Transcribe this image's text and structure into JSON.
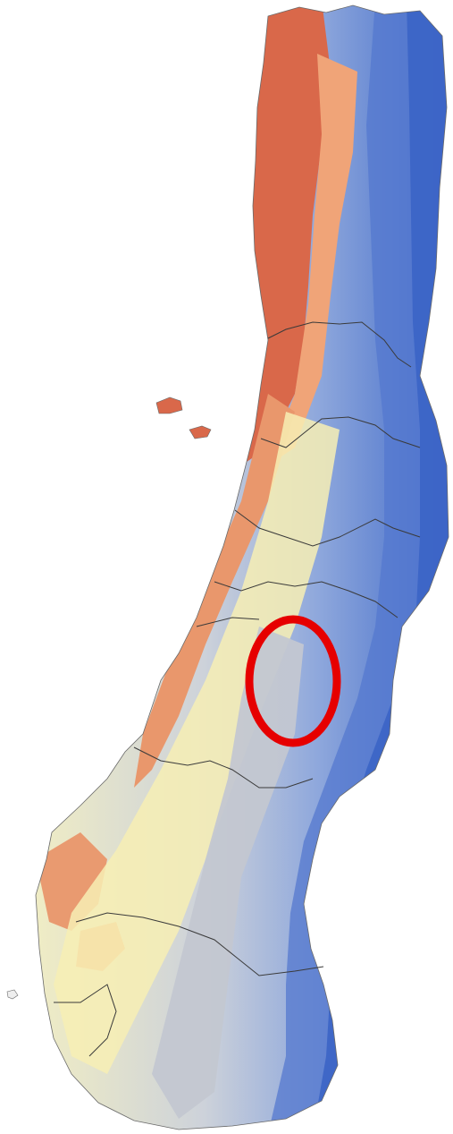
{
  "map": {
    "kind": "elevation relief map",
    "palette": {
      "lowland": "#f3a27a",
      "low_mid": "#faf0b8",
      "mid": "#cdd2da",
      "high": "#b8c2d8",
      "peak": "#3f69c9",
      "boundary_line": "#3a3a3a",
      "highlight_ring": "#e60000",
      "background": "#ffffff"
    },
    "highlight": {
      "shape": "ellipse-ring",
      "color": "#e60000"
    },
    "islands_shown": 3,
    "region_boundaries_shown": 8
  }
}
